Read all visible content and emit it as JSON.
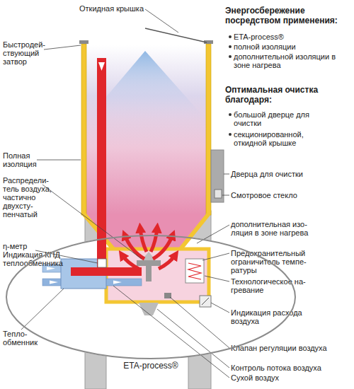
{
  "diagram": {
    "nodes": [
      {
        "text": [
          "ETA-process®"
        ]
      }
    ],
    "labels": [
      "Откидная крышка",
      "Быстродей- ствующий затвор",
      "Энергосбережение посредством применения:",
      "ETA-process®",
      "полной изоляции",
      "дополнительной изоляции в зоне нагрева",
      "Оптимальная очистка благодаря:",
      "большой дверце для очистки",
      "секционированной, откидной крышке",
      "Полная изоляция",
      "Распредели- тель воздуха, частично двухсту- пенчатый",
      "Дверца для очистки",
      "Смотровое стекло",
      "η-метр Индикация КПД теплообменника",
      "дополнительная изо- ляция в зоне нагрева",
      "Предохранительный ограничитель темпе- ратуры",
      "Технологическое на- гревание",
      "Индикация расхода воздуха",
      "Тепло- обменник",
      "Клапан регуляции воздуха",
      "Контроль потока воздуха",
      "Сухой воздух"
    ]
  }
}
